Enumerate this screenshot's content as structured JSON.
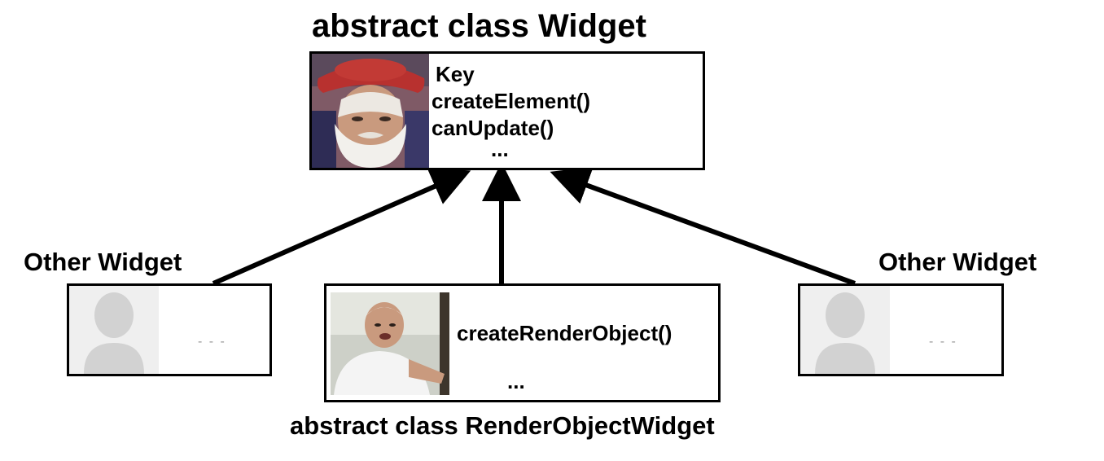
{
  "widget": {
    "title": "abstract class Widget",
    "members": [
      "Key",
      "createElement()",
      "canUpdate()"
    ],
    "ellipsis": "..."
  },
  "render_object_widget": {
    "title": "abstract class RenderObjectWidget",
    "members": [
      "createRenderObject()"
    ],
    "ellipsis": "..."
  },
  "other_left": {
    "title": "Other Widget",
    "ellipsis": "- - -"
  },
  "other_right": {
    "title": "Other Widget",
    "ellipsis": "- - -"
  },
  "colors": {
    "stroke": "#000000",
    "placeholder_bg": "#efefef",
    "silhouette": "#d2d2d2",
    "hat": "#b8312f",
    "beard": "#f2f0ec",
    "skin": "#c99a7e",
    "shirt": "#f4f4f4"
  }
}
